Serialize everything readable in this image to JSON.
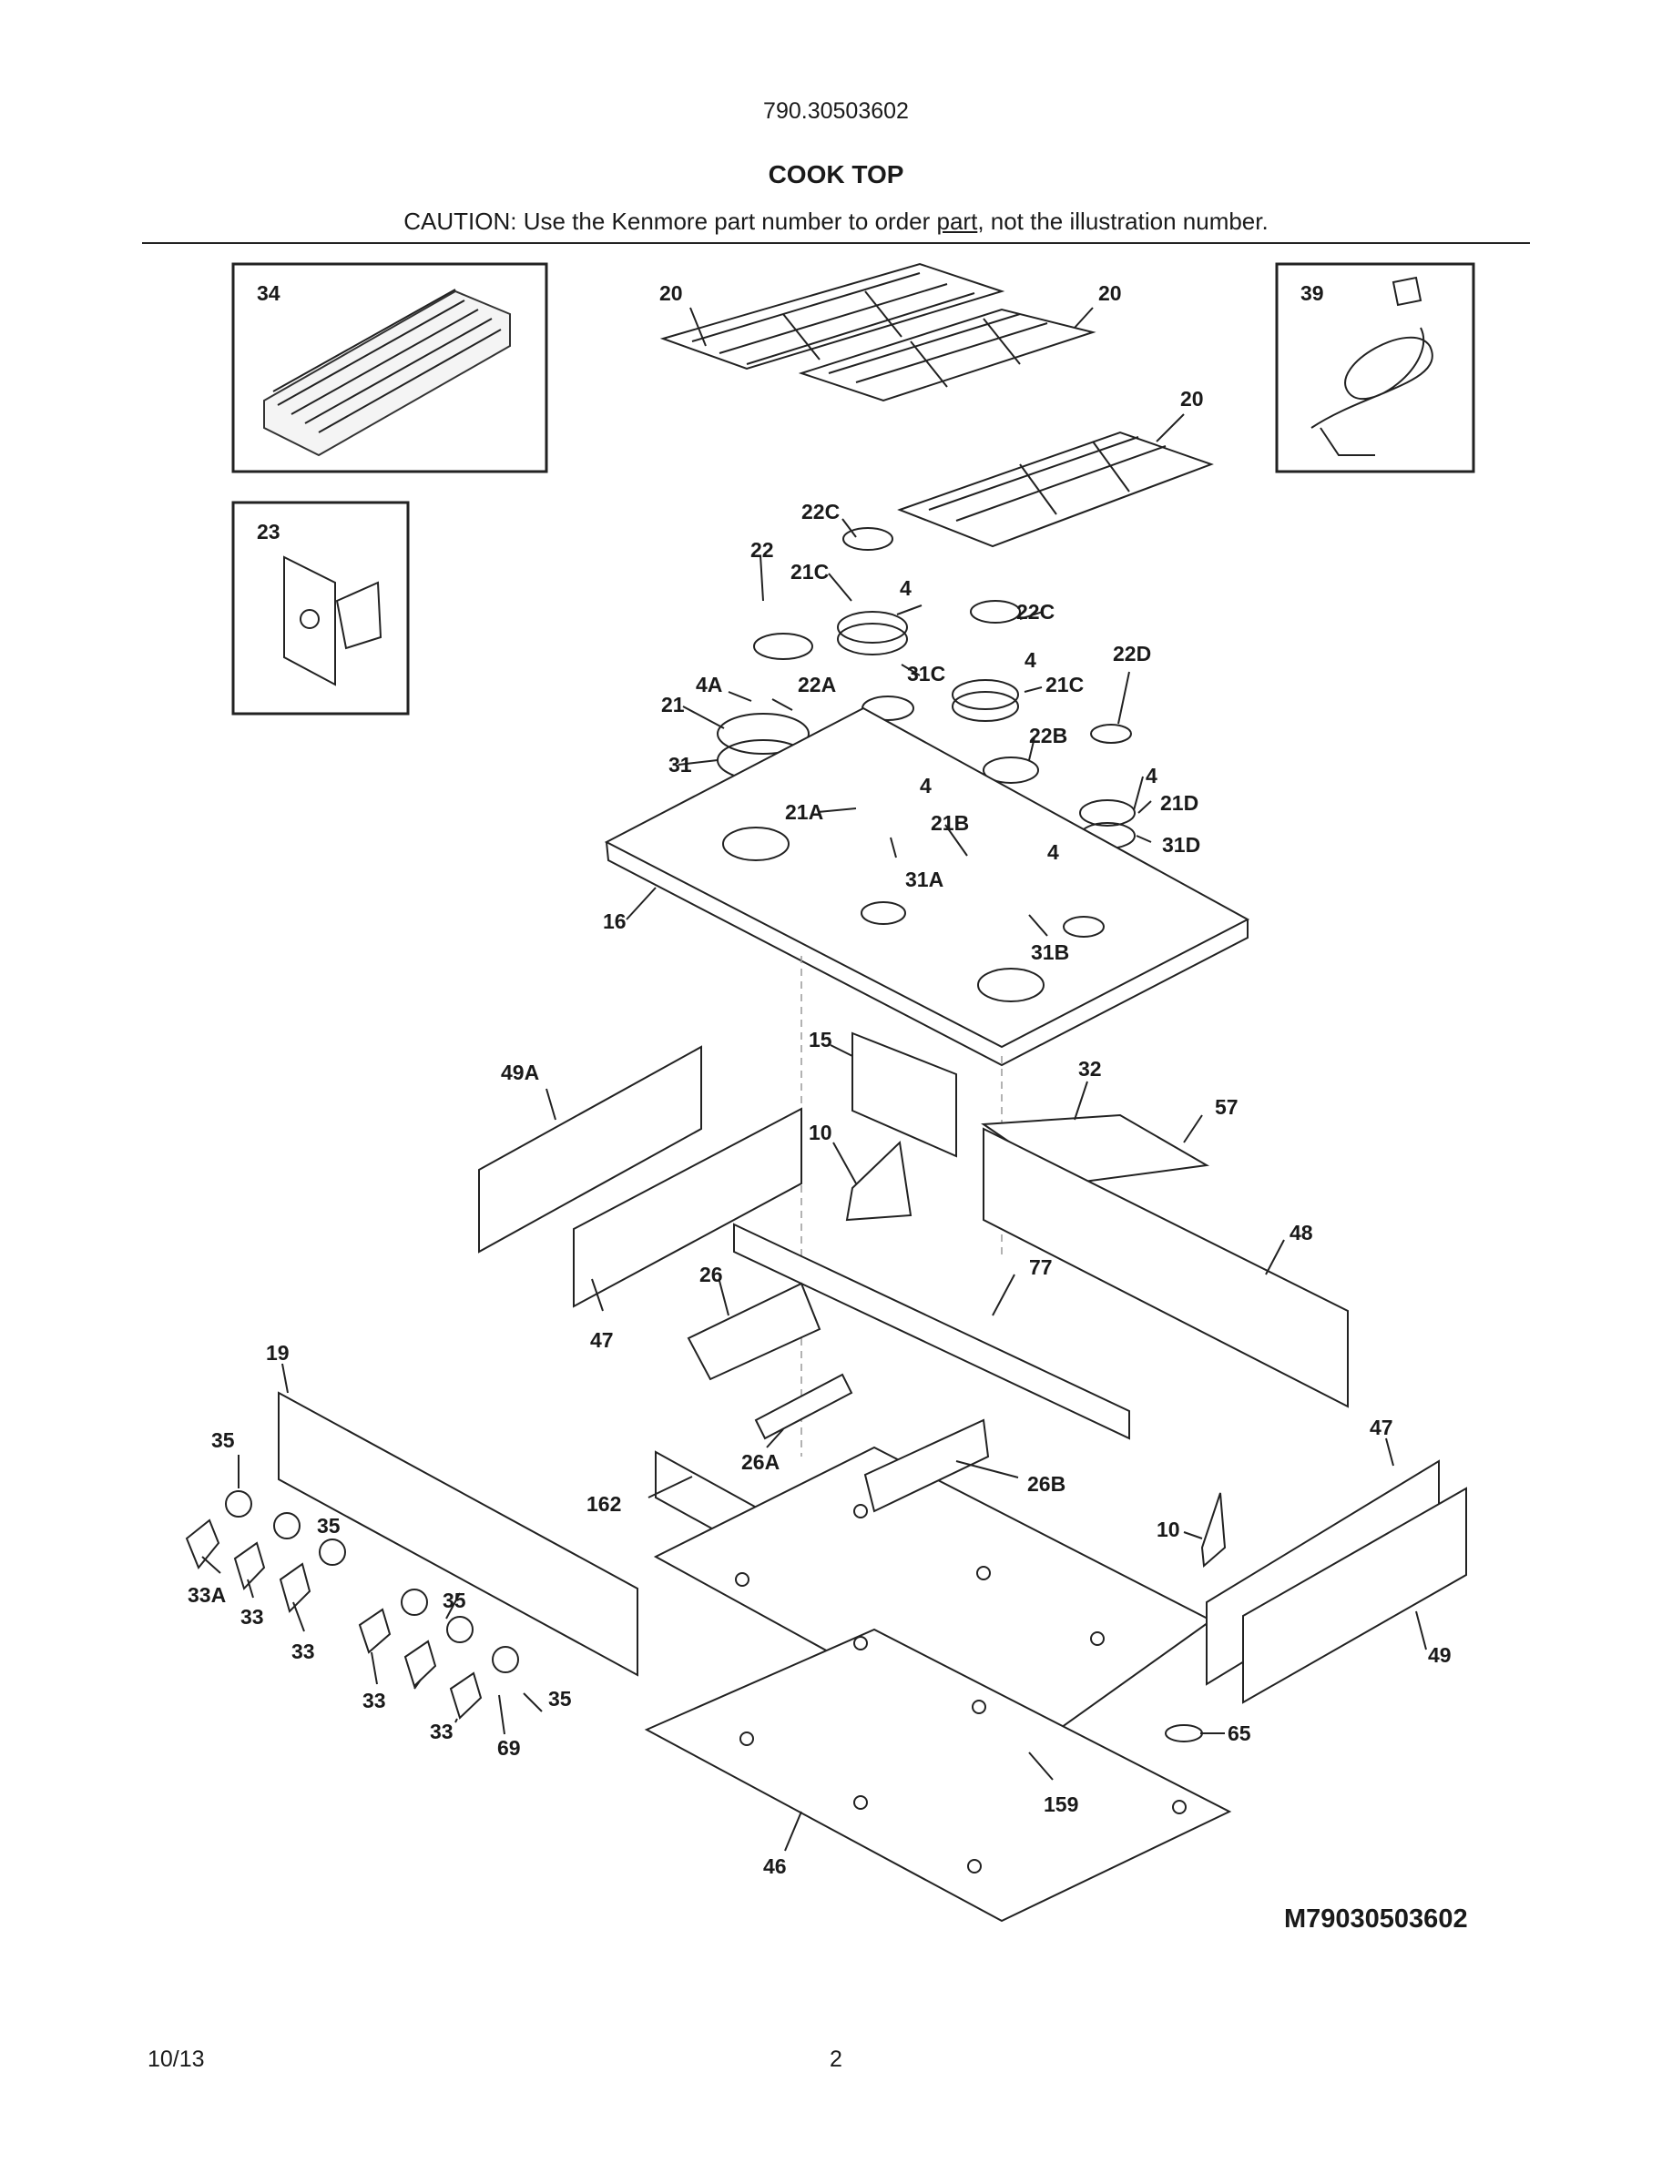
{
  "header": {
    "model_number": "790.30503602",
    "title": "COOK TOP",
    "caution_prefix": "CAUTION: Use the Kenmore part number to order ",
    "caution_underlined": "part",
    "caution_suffix": ", not the illustration number."
  },
  "diagram": {
    "callouts": [
      "34",
      "23",
      "39",
      "20",
      "22C",
      "22",
      "21C",
      "4",
      "31C",
      "21C",
      "22D",
      "4A",
      "22A",
      "21",
      "31",
      "22B",
      "21D",
      "31D",
      "21A",
      "21B",
      "31A",
      "31B",
      "16",
      "15",
      "32",
      "49A",
      "57",
      "10",
      "48",
      "26",
      "77",
      "47",
      "19",
      "35",
      "26A",
      "26B",
      "47",
      "162",
      "10",
      "33A",
      "33",
      "35",
      "49",
      "65",
      "69",
      "159",
      "46"
    ]
  },
  "footer": {
    "drawing_code": "M79030503602",
    "date": "10/13",
    "page_number": "2"
  }
}
